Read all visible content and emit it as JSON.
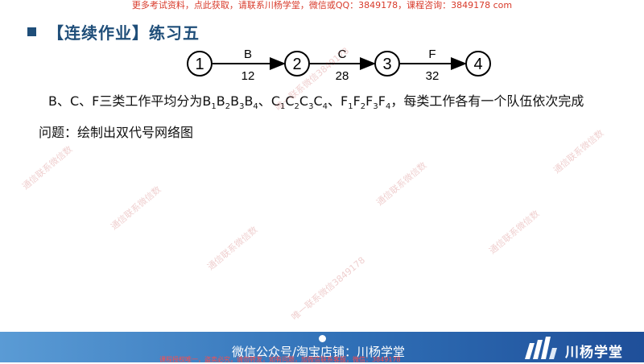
{
  "top_banner": "更多考试资料，点此获取，请联系川杨学堂，微信或QQ：3849178，课程咨询：3849178 com",
  "title": "【连续作业】练习五",
  "network": {
    "nodes": [
      "1",
      "2",
      "3",
      "4"
    ],
    "arrows": [
      {
        "work": "B",
        "duration": "12"
      },
      {
        "work": "C",
        "duration": "28"
      },
      {
        "work": "F",
        "duration": "32"
      }
    ]
  },
  "description": {
    "intro": "B、C、F三类工作平均分为",
    "groups": [
      {
        "letter": "B",
        "subs": [
          "1",
          "2",
          "3",
          "4"
        ]
      },
      {
        "letter": "C",
        "subs": [
          "1",
          "2",
          "3",
          "4"
        ]
      },
      {
        "letter": "F",
        "subs": [
          "1",
          "2",
          "3",
          "4"
        ]
      }
    ],
    "outro": "，每类工作各有一个队伍依次完成"
  },
  "question": "问题：绘制出双代号网络图",
  "watermarks": {
    "diagonal_text": "通信联系微信数",
    "contact": "唯一联系微信3849178"
  },
  "footer": {
    "center_text": "微信公众号/淘宝店铺：川杨学堂",
    "bottom_text": "课程授权唯一，盗卖必究，请勿转发，如有问题，加微信联系客服，微信：3849178",
    "brand": "川杨学堂",
    "logo_icon": "rising-bars-logo"
  },
  "colors": {
    "title": "#1f4e79",
    "footer_start": "#5a9bd5",
    "footer_end": "#1f4f99",
    "banner_red": "#d83a2a"
  }
}
